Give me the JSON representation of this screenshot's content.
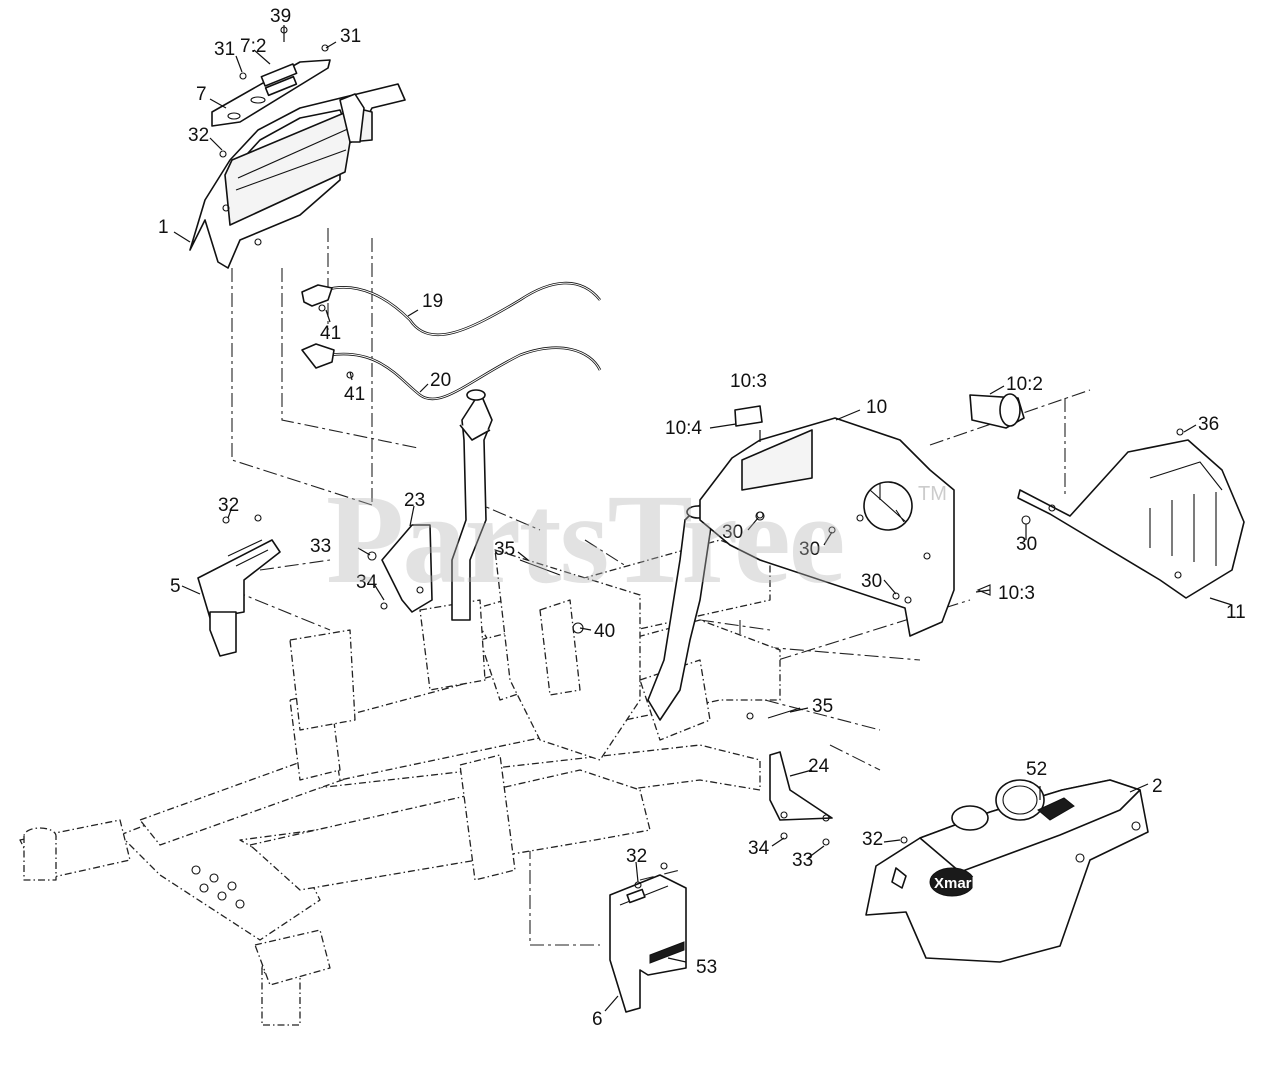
{
  "watermark": {
    "text": "PartsTree",
    "trademark": "TM"
  },
  "brand_label": "Xmark",
  "callouts": [
    "1",
    "2",
    "5",
    "6",
    "7",
    "7:2",
    "10",
    "10:2",
    "10:3",
    "10:3",
    "10:4",
    "11",
    "19",
    "20",
    "23",
    "24",
    "30",
    "30",
    "30",
    "30",
    "31",
    "31",
    "32",
    "32",
    "32",
    "32",
    "33",
    "33",
    "34",
    "34",
    "35",
    "35",
    "36",
    "39",
    "40",
    "41",
    "41",
    "52",
    "53"
  ]
}
